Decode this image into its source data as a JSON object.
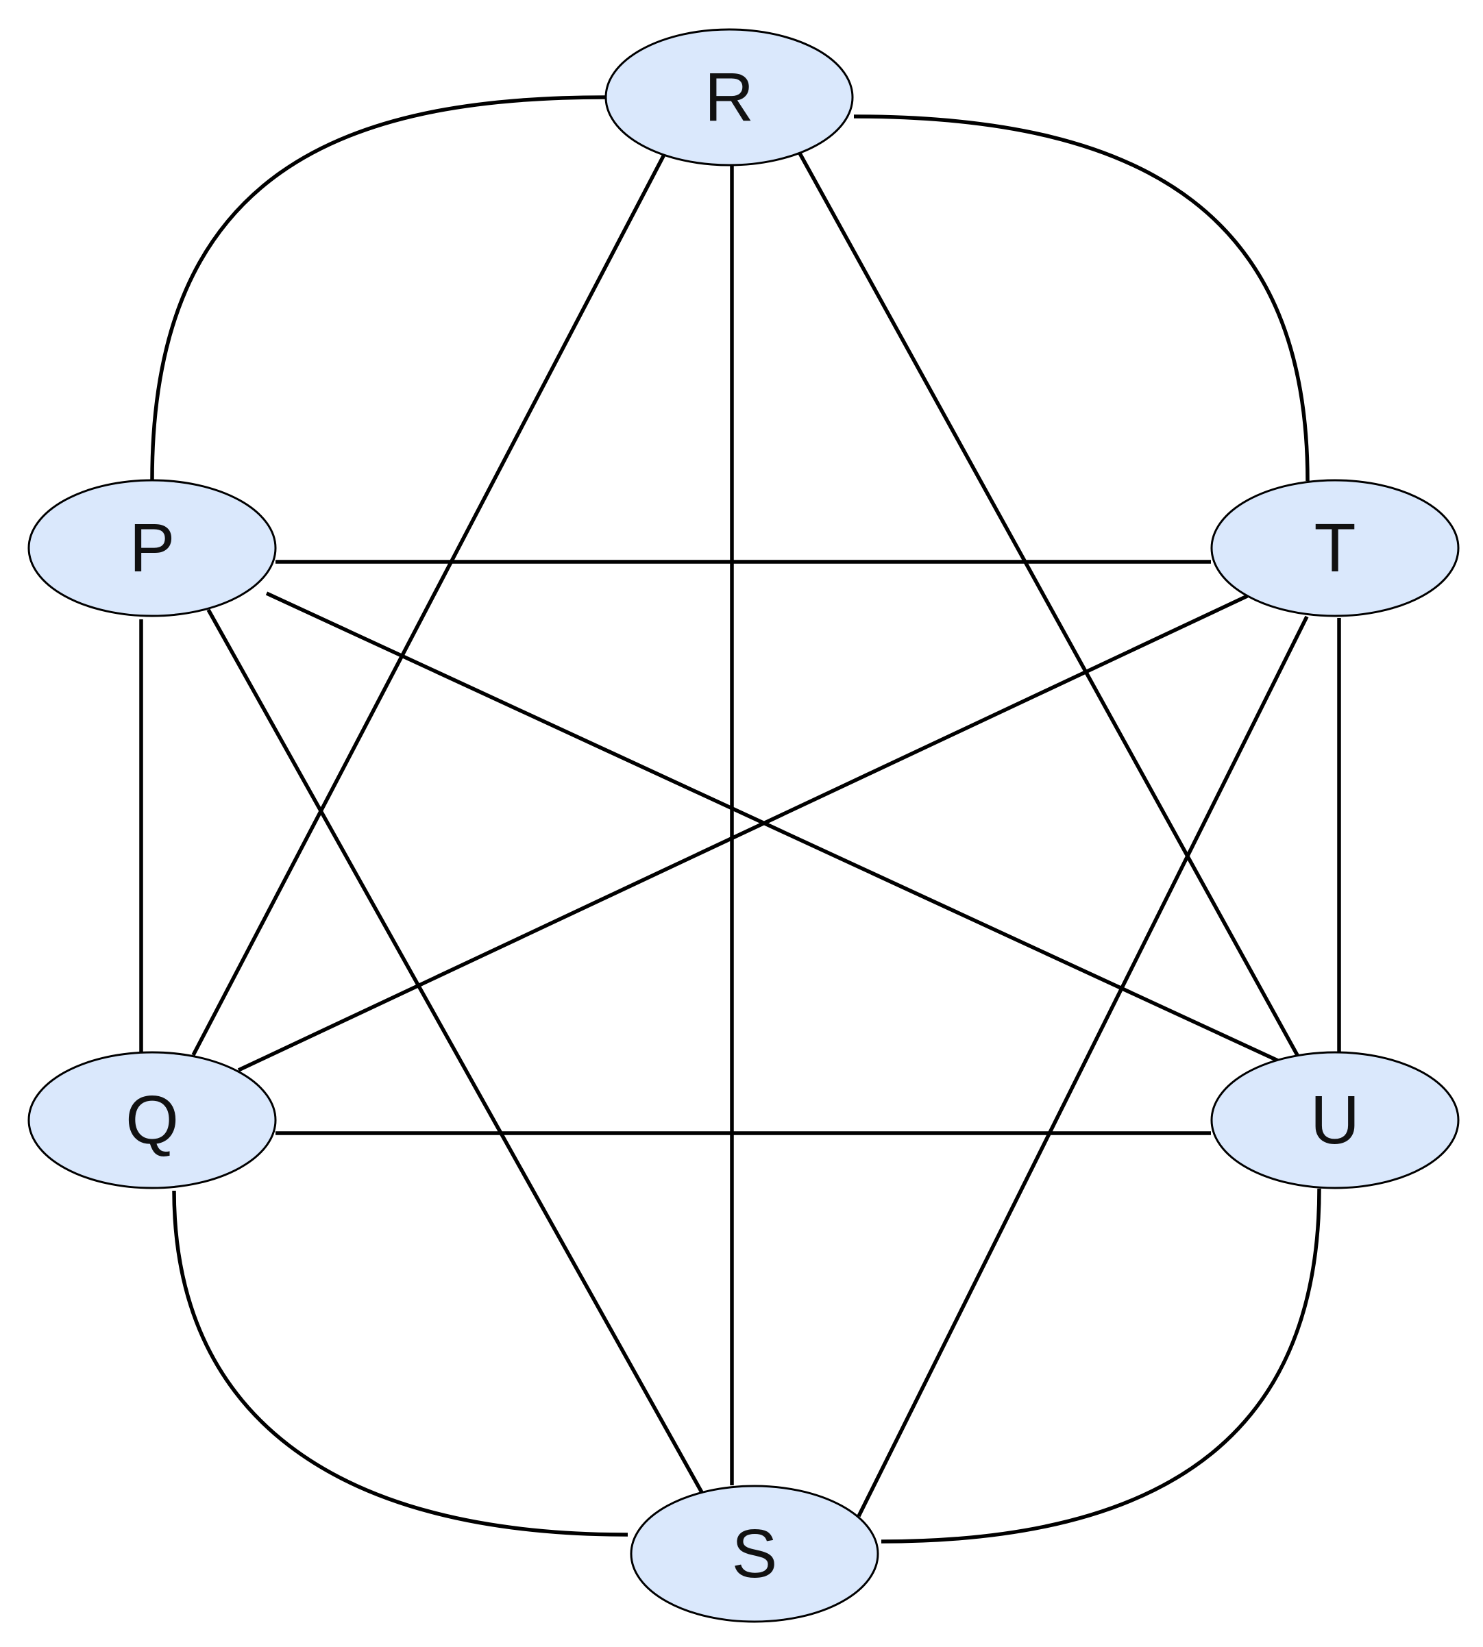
{
  "graph": {
    "nodes": [
      {
        "id": "R",
        "label": "R"
      },
      {
        "id": "P",
        "label": "P"
      },
      {
        "id": "T",
        "label": "T"
      },
      {
        "id": "Q",
        "label": "Q"
      },
      {
        "id": "U",
        "label": "U"
      },
      {
        "id": "S",
        "label": "S"
      }
    ],
    "edges": [
      {
        "from": "R",
        "to": "P"
      },
      {
        "from": "R",
        "to": "T"
      },
      {
        "from": "R",
        "to": "Q"
      },
      {
        "from": "R",
        "to": "S"
      },
      {
        "from": "R",
        "to": "U"
      },
      {
        "from": "P",
        "to": "T"
      },
      {
        "from": "P",
        "to": "Q"
      },
      {
        "from": "P",
        "to": "S"
      },
      {
        "from": "P",
        "to": "U"
      },
      {
        "from": "T",
        "to": "Q"
      },
      {
        "from": "T",
        "to": "U"
      },
      {
        "from": "T",
        "to": "S"
      },
      {
        "from": "Q",
        "to": "U"
      },
      {
        "from": "Q",
        "to": "S"
      },
      {
        "from": "U",
        "to": "S"
      }
    ],
    "colors": {
      "node_fill": "#dae8fc",
      "node_stroke": "#000000",
      "edge": "#000000",
      "label": "#111111"
    }
  }
}
